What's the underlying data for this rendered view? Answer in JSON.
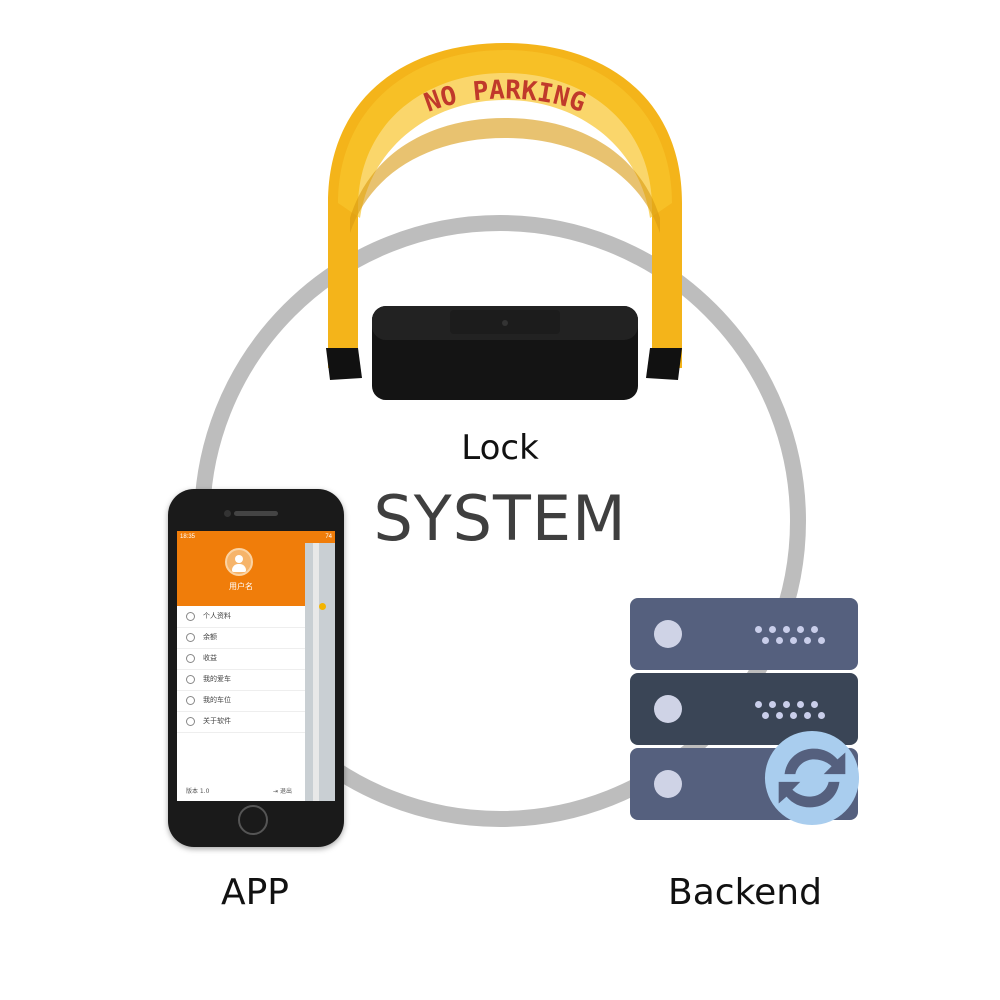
{
  "diagram": {
    "center_label": "SYSTEM",
    "nodes": [
      {
        "id": "lock",
        "label": "Lock"
      },
      {
        "id": "app",
        "label": "APP"
      },
      {
        "id": "backend",
        "label": "Backend"
      }
    ]
  },
  "lock_device": {
    "arch_text": "NO PARKING",
    "arch_color": "#f4b41a",
    "text_color": "#c0392b",
    "base_color": "#111111"
  },
  "phone_app": {
    "status_time": "18:35",
    "status_battery": "74",
    "username": "用户名",
    "menu": [
      {
        "label": "个人资料",
        "icon": "user-icon"
      },
      {
        "label": "余额",
        "icon": "wallet-icon"
      },
      {
        "label": "收益",
        "icon": "income-icon"
      },
      {
        "label": "我的爱车",
        "icon": "car-icon"
      },
      {
        "label": "我的车位",
        "icon": "parking-icon"
      },
      {
        "label": "关于软件",
        "icon": "info-icon"
      }
    ],
    "version": "版本 1.0",
    "exit": "退出",
    "accent_color": "#f07d0a"
  },
  "server": {
    "unit_colors": [
      "#55607e",
      "#3a4556",
      "#55607e"
    ],
    "sync_icon": "sync-icon",
    "sync_color": "#a9cdee"
  },
  "ring_color": "#bdbdbd"
}
